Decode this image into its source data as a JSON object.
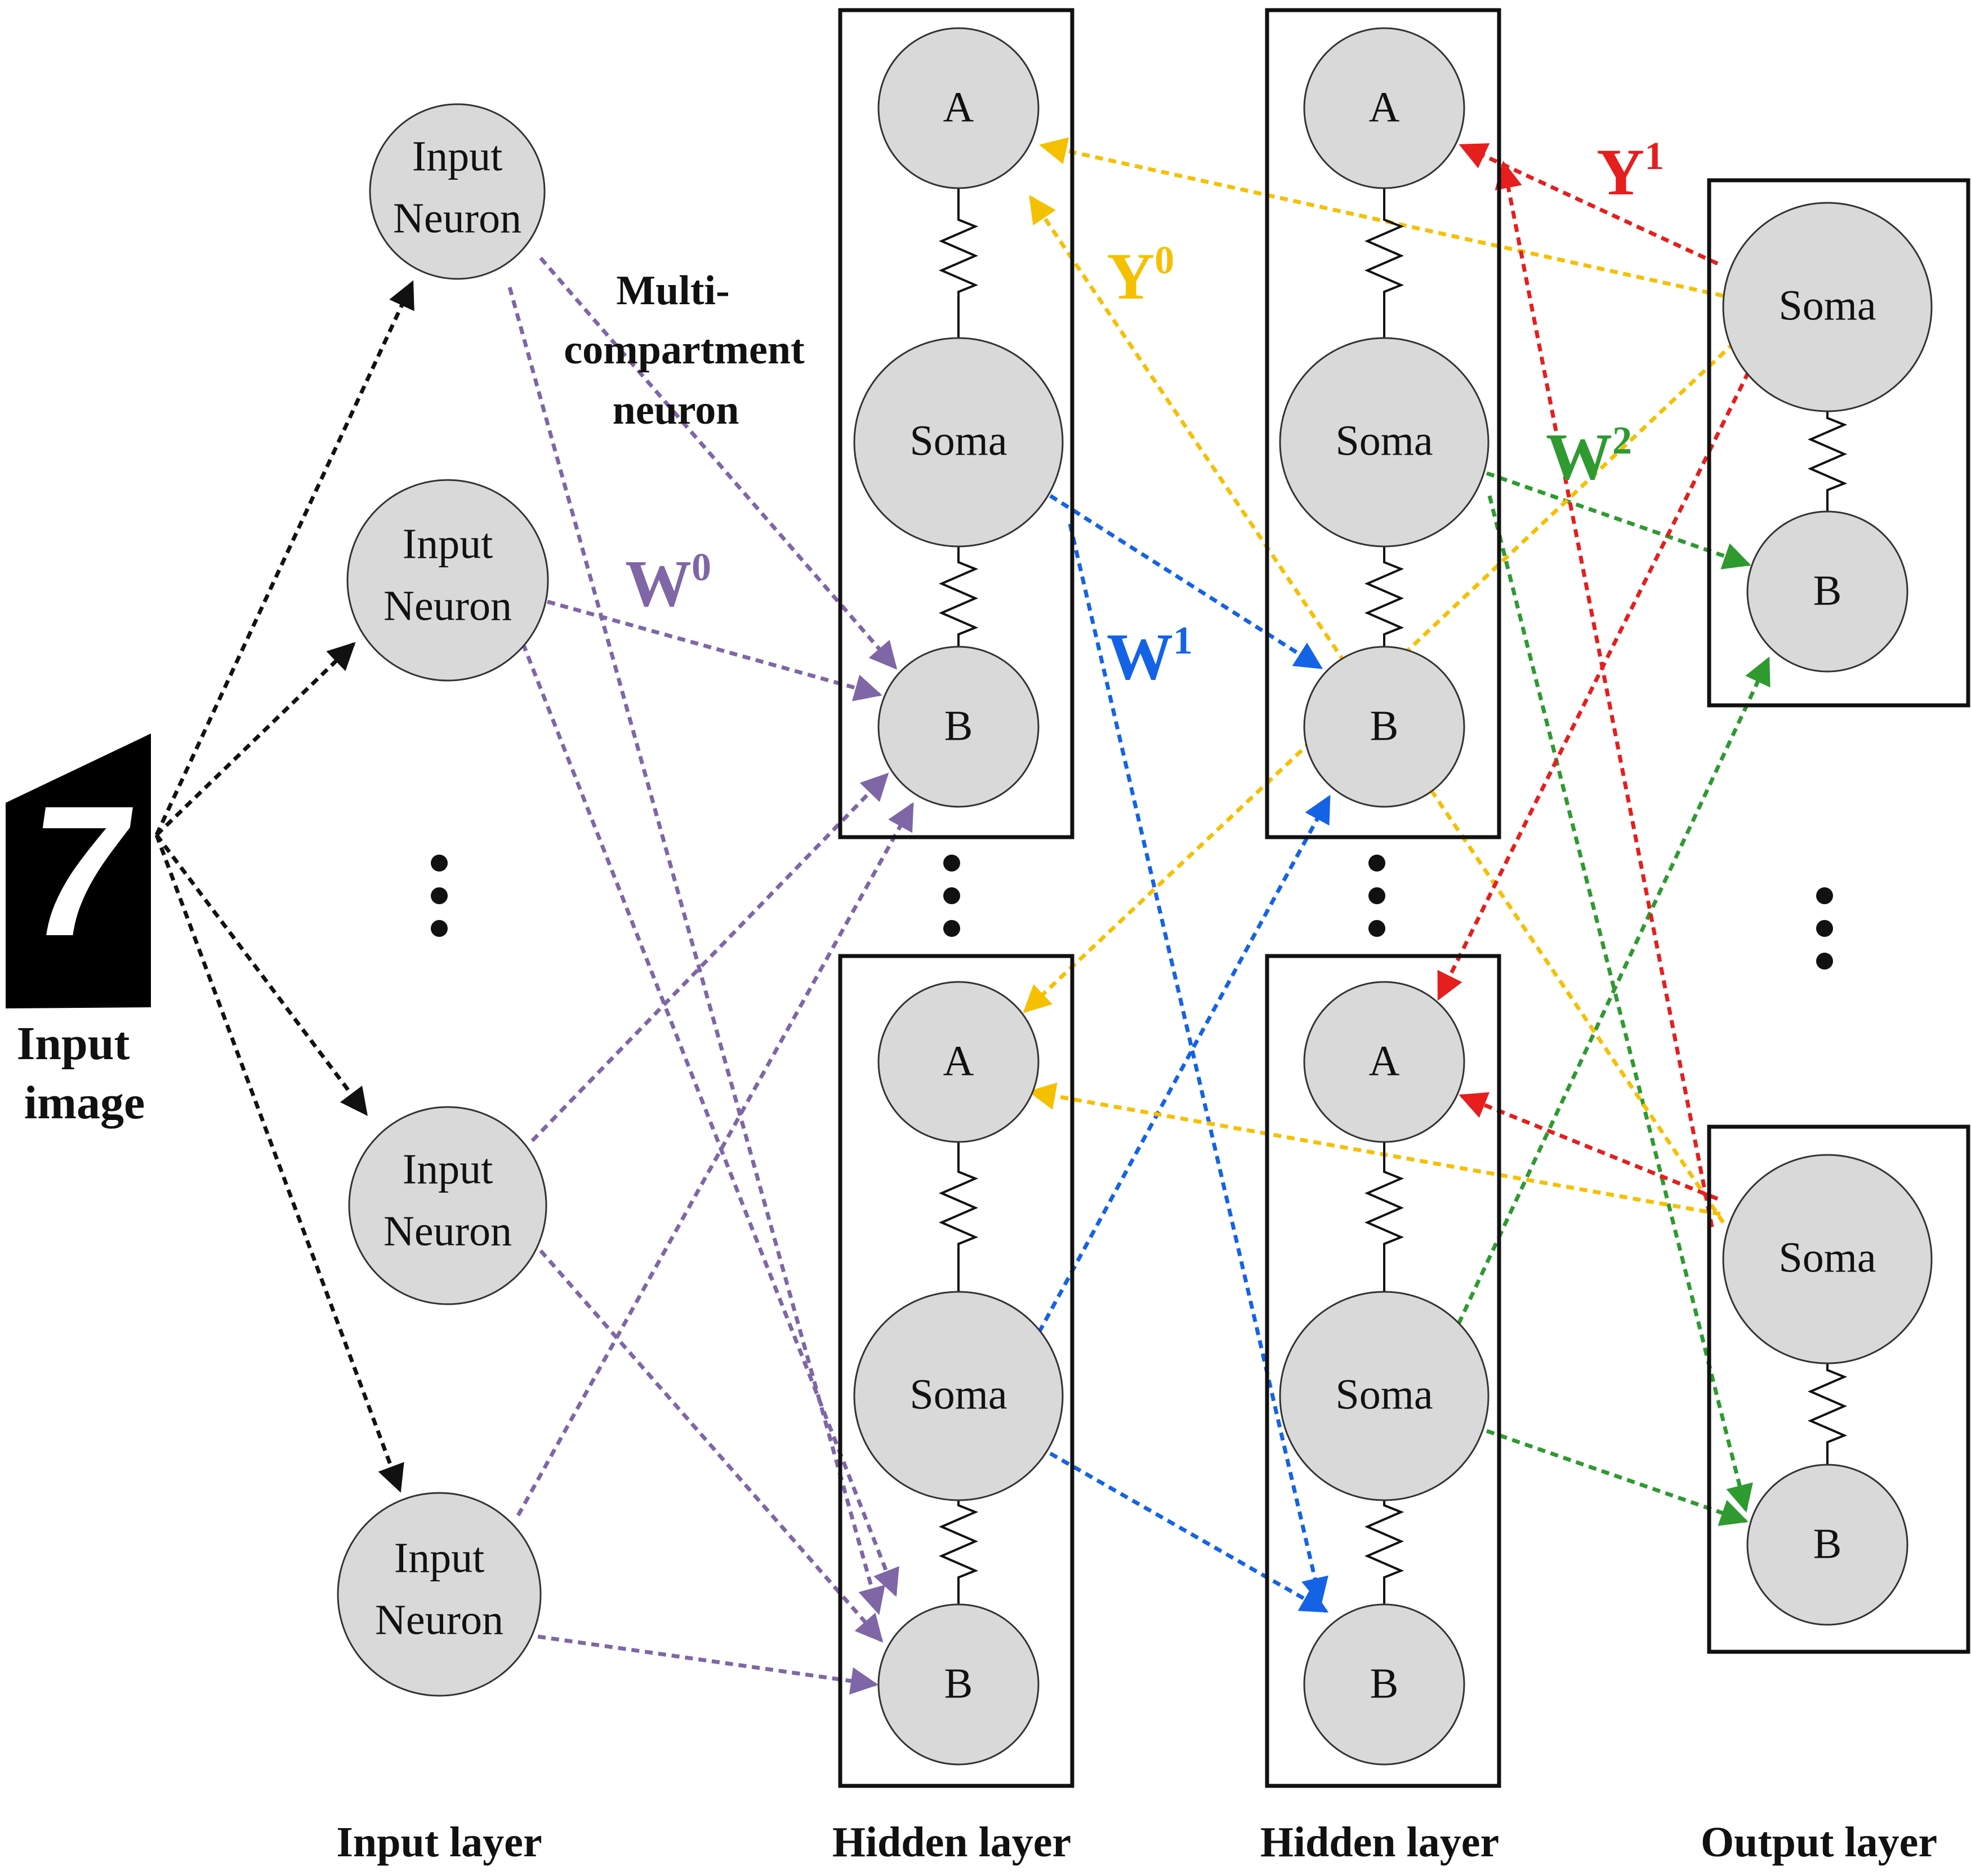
{
  "colors": {
    "black": "#111111",
    "purple": "#7f66a6",
    "blue": "#1463e6",
    "yellow": "#f5c000",
    "red": "#e61e1e",
    "green": "#2e9a30",
    "node_fill": "#d9d9d9"
  },
  "input_image": {
    "digit": "7",
    "label_line1": "Input",
    "label_line2": "image"
  },
  "input_neuron": {
    "line1": "Input",
    "line2": "Neuron"
  },
  "compartments": {
    "apical": "A",
    "soma": "Soma",
    "basal": "B"
  },
  "annotation": {
    "line1": "Multi-",
    "line2": "compartment",
    "line3": "neuron"
  },
  "weights": {
    "W0": {
      "base": "W",
      "sup": "0"
    },
    "W1": {
      "base": "W",
      "sup": "1"
    },
    "W2": {
      "base": "W",
      "sup": "2"
    },
    "Y0": {
      "base": "Y",
      "sup": "0"
    },
    "Y1": {
      "base": "Y",
      "sup": "1"
    }
  },
  "layers": {
    "input": "Input layer",
    "hidden1": "Hidden layer",
    "hidden2": "Hidden layer",
    "output": "Output layer"
  }
}
